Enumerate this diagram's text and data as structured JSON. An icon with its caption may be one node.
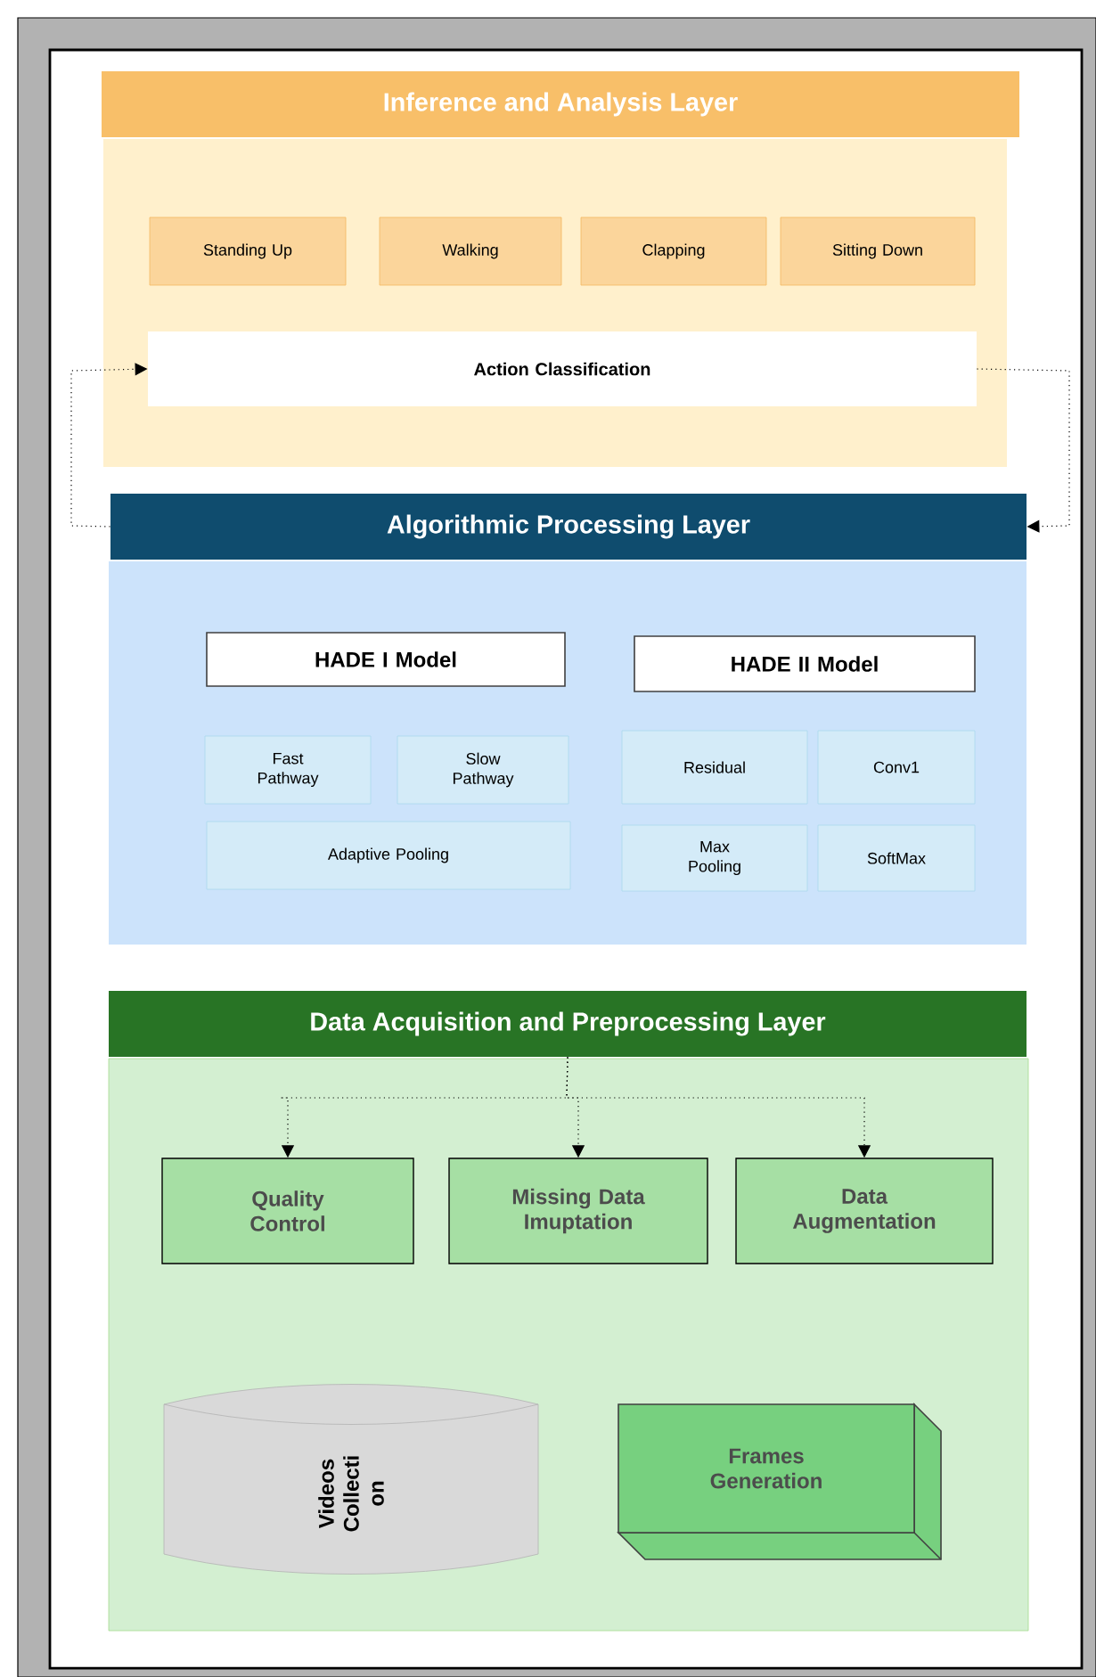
{
  "diagram": {
    "nodes": [
      {
        "text": [
          "Inference and Analysis Layer"
        ]
      },
      {
        "text": [
          "Standing Up"
        ],
        "in": 0
      },
      {
        "text": [
          "Walking"
        ],
        "in": 0
      },
      {
        "text": [
          "Clapping"
        ],
        "in": 0
      },
      {
        "text": [
          "Sitting Down"
        ],
        "in": 0
      },
      {
        "text": [
          "Action Classification"
        ],
        "in": 0
      },
      {
        "text": [
          "Algorithmic Processing Layer"
        ]
      },
      {
        "text": [
          "HADE I Model"
        ],
        "in": 6
      },
      {
        "text": [
          "Fast Pathway"
        ],
        "in": 6
      },
      {
        "text": [
          "Slow Pathway"
        ],
        "in": 6
      },
      {
        "text": [
          "Adaptive Pooling"
        ],
        "in": 6
      },
      {
        "text": [
          "HADE II Model"
        ],
        "in": 6
      },
      {
        "text": [
          "Residual"
        ],
        "in": 6
      },
      {
        "text": [
          "Conv1"
        ],
        "in": 6
      },
      {
        "text": [
          "Max Pooling"
        ],
        "in": 6
      },
      {
        "text": [
          "SoftMax"
        ],
        "in": 6
      },
      {
        "text": [
          "Data Acquisition and Preprocessing Layer"
        ]
      },
      {
        "text": [
          "Quality Control"
        ],
        "in": 16
      },
      {
        "text": [
          "Missing Data Imuptation"
        ],
        "in": 16
      },
      {
        "text": [
          "Data Augmentation"
        ],
        "in": 16
      },
      {
        "text": [
          "Videos Collecti on"
        ],
        "in": 16
      },
      {
        "text": [
          "Frames Generation"
        ],
        "in": 16
      }
    ],
    "edges": [
      {
        "from": 6,
        "to": 5,
        "arrow": "to"
      },
      {
        "from": 5,
        "to": 6,
        "arrow": "to"
      },
      {
        "from": 16,
        "to": 17,
        "arrow": "to"
      },
      {
        "from": 16,
        "to": 18,
        "arrow": "to"
      },
      {
        "from": 16,
        "to": 19,
        "arrow": "to"
      }
    ]
  }
}
